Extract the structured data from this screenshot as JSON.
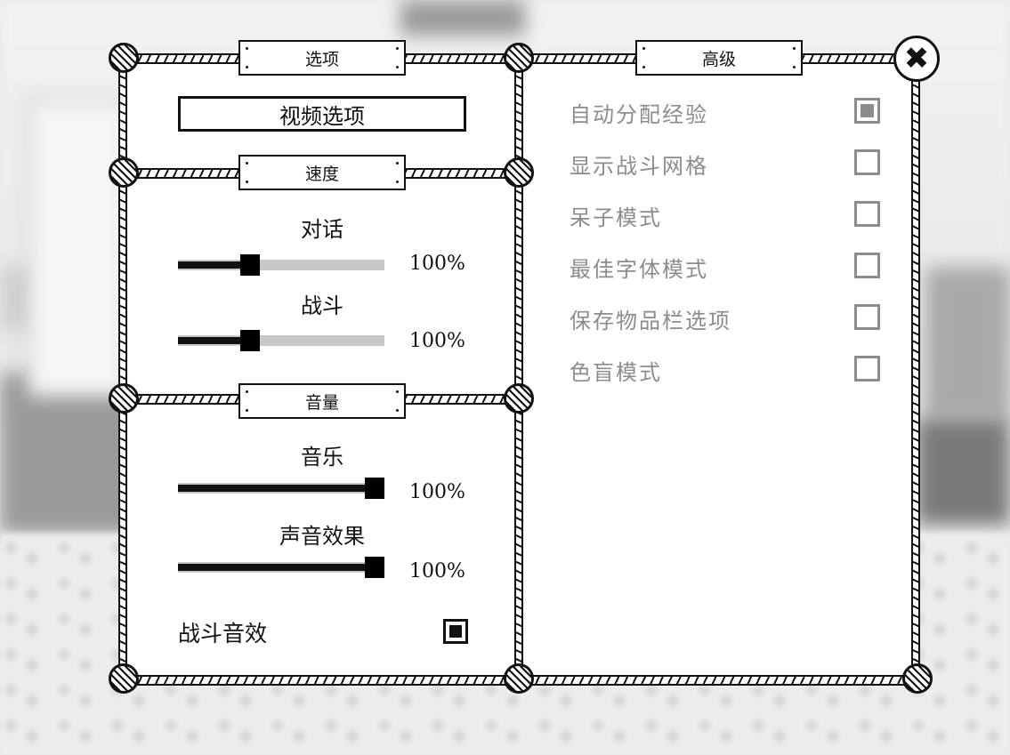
{
  "panel": {
    "options_plaque": "选项",
    "advanced_plaque": "高级",
    "video_options_button": "视频选项",
    "speed_plaque": "速度",
    "volume_plaque": "音量"
  },
  "speed": {
    "dialogue": {
      "label": "对话",
      "value": 0.35,
      "display": "100%"
    },
    "combat": {
      "label": "战斗",
      "value": 0.35,
      "display": "100%"
    }
  },
  "volume": {
    "music": {
      "label": "音乐",
      "value": 1.0,
      "display": "100%"
    },
    "sfx": {
      "label": "声音效果",
      "value": 1.0,
      "display": "100%"
    },
    "combat_sound": {
      "label": "战斗音效",
      "checked": true
    }
  },
  "advanced": {
    "options": [
      {
        "label": "自动分配经验",
        "checked": true
      },
      {
        "label": "显示战斗网格",
        "checked": false
      },
      {
        "label": "呆子模式",
        "checked": false
      },
      {
        "label": "最佳字体模式",
        "checked": false
      },
      {
        "label": "保存物品栏选项",
        "checked": false
      },
      {
        "label": "色盲模式",
        "checked": false
      }
    ]
  },
  "icons": {
    "close": "close-icon"
  }
}
